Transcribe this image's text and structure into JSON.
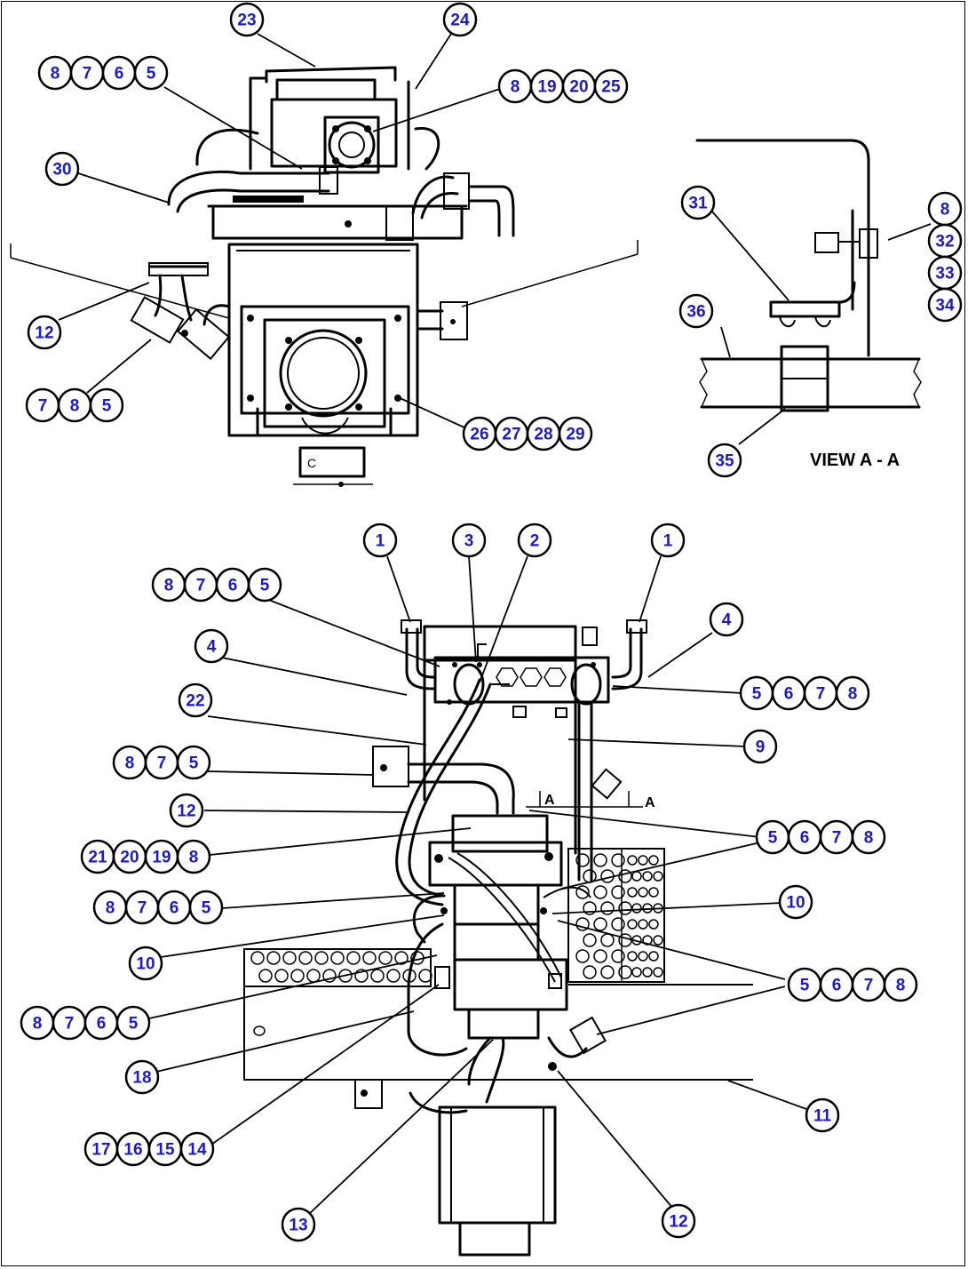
{
  "view_label": "VIEW A - A",
  "section_marks": [
    "A",
    "A"
  ],
  "callout_groups": {
    "top_23": [
      "23"
    ],
    "top_24": [
      "24"
    ],
    "top_8765": [
      "8",
      "7",
      "6",
      "5"
    ],
    "top_8192025": [
      "8",
      "19",
      "20",
      "25"
    ],
    "top_30": [
      "30"
    ],
    "top_12": [
      "12"
    ],
    "top_785": [
      "7",
      "8",
      "5"
    ],
    "top_26272829": [
      "26",
      "27",
      "28",
      "29"
    ],
    "view_31": [
      "31"
    ],
    "view_8_32_33_34": [
      "8",
      "32",
      "33",
      "34"
    ],
    "view_36": [
      "36"
    ],
    "view_35": [
      "35"
    ],
    "bot_1_left": [
      "1"
    ],
    "bot_3": [
      "3"
    ],
    "bot_2": [
      "2"
    ],
    "bot_1_right": [
      "1"
    ],
    "bot_8765_a": [
      "8",
      "7",
      "6",
      "5"
    ],
    "bot_4_left": [
      "4"
    ],
    "bot_4_right": [
      "4"
    ],
    "bot_5678_a": [
      "5",
      "6",
      "7",
      "8"
    ],
    "bot_22": [
      "22"
    ],
    "bot_9": [
      "9"
    ],
    "bot_875": [
      "8",
      "7",
      "5"
    ],
    "bot_12_left": [
      "12"
    ],
    "bot_5678_b": [
      "5",
      "6",
      "7",
      "8"
    ],
    "bot_21201918": [
      "21",
      "20",
      "19",
      "8"
    ],
    "bot_10_right": [
      "10"
    ],
    "bot_8765_b": [
      "8",
      "7",
      "6",
      "5"
    ],
    "bot_10_left": [
      "10"
    ],
    "bot_5678_c": [
      "5",
      "6",
      "7",
      "8"
    ],
    "bot_8765_c": [
      "8",
      "7",
      "6",
      "5"
    ],
    "bot_18": [
      "18"
    ],
    "bot_11": [
      "11"
    ],
    "bot_17161514": [
      "17",
      "16",
      "15",
      "14"
    ],
    "bot_13": [
      "13"
    ],
    "bot_12_bottom": [
      "12"
    ]
  }
}
